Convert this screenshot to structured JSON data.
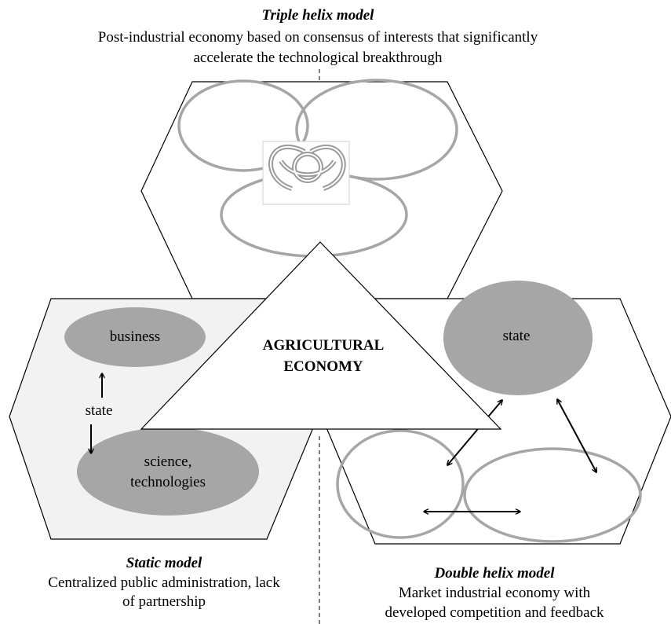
{
  "top": {
    "title": "Triple helix model",
    "subtitle_line1": "Post-industrial economy based on consensus of interests that significantly",
    "subtitle_line2": "accelerate the technological breakthrough"
  },
  "center": {
    "line1": "AGRICULTURAL",
    "line2": "ECONOMY"
  },
  "static_model": {
    "title": "Static model",
    "desc_line1": "Centralized public administration, lack",
    "desc_line2": "of partnership",
    "business": "business",
    "state": "state",
    "science_line1": "science,",
    "science_line2": "technologies"
  },
  "double_helix": {
    "title": "Double helix model",
    "desc_line1": "Market industrial economy with",
    "desc_line2": "developed competition and feedback",
    "state": "state"
  },
  "colors": {
    "ellipse_fill": "#a6a6a6",
    "ellipse_stroke": "#a6a6a6",
    "static_hex_fill": "#f2f2f2",
    "triquetra": "#9a9a9a"
  },
  "icons": {
    "triquetra": "triquetra-knot-icon"
  }
}
